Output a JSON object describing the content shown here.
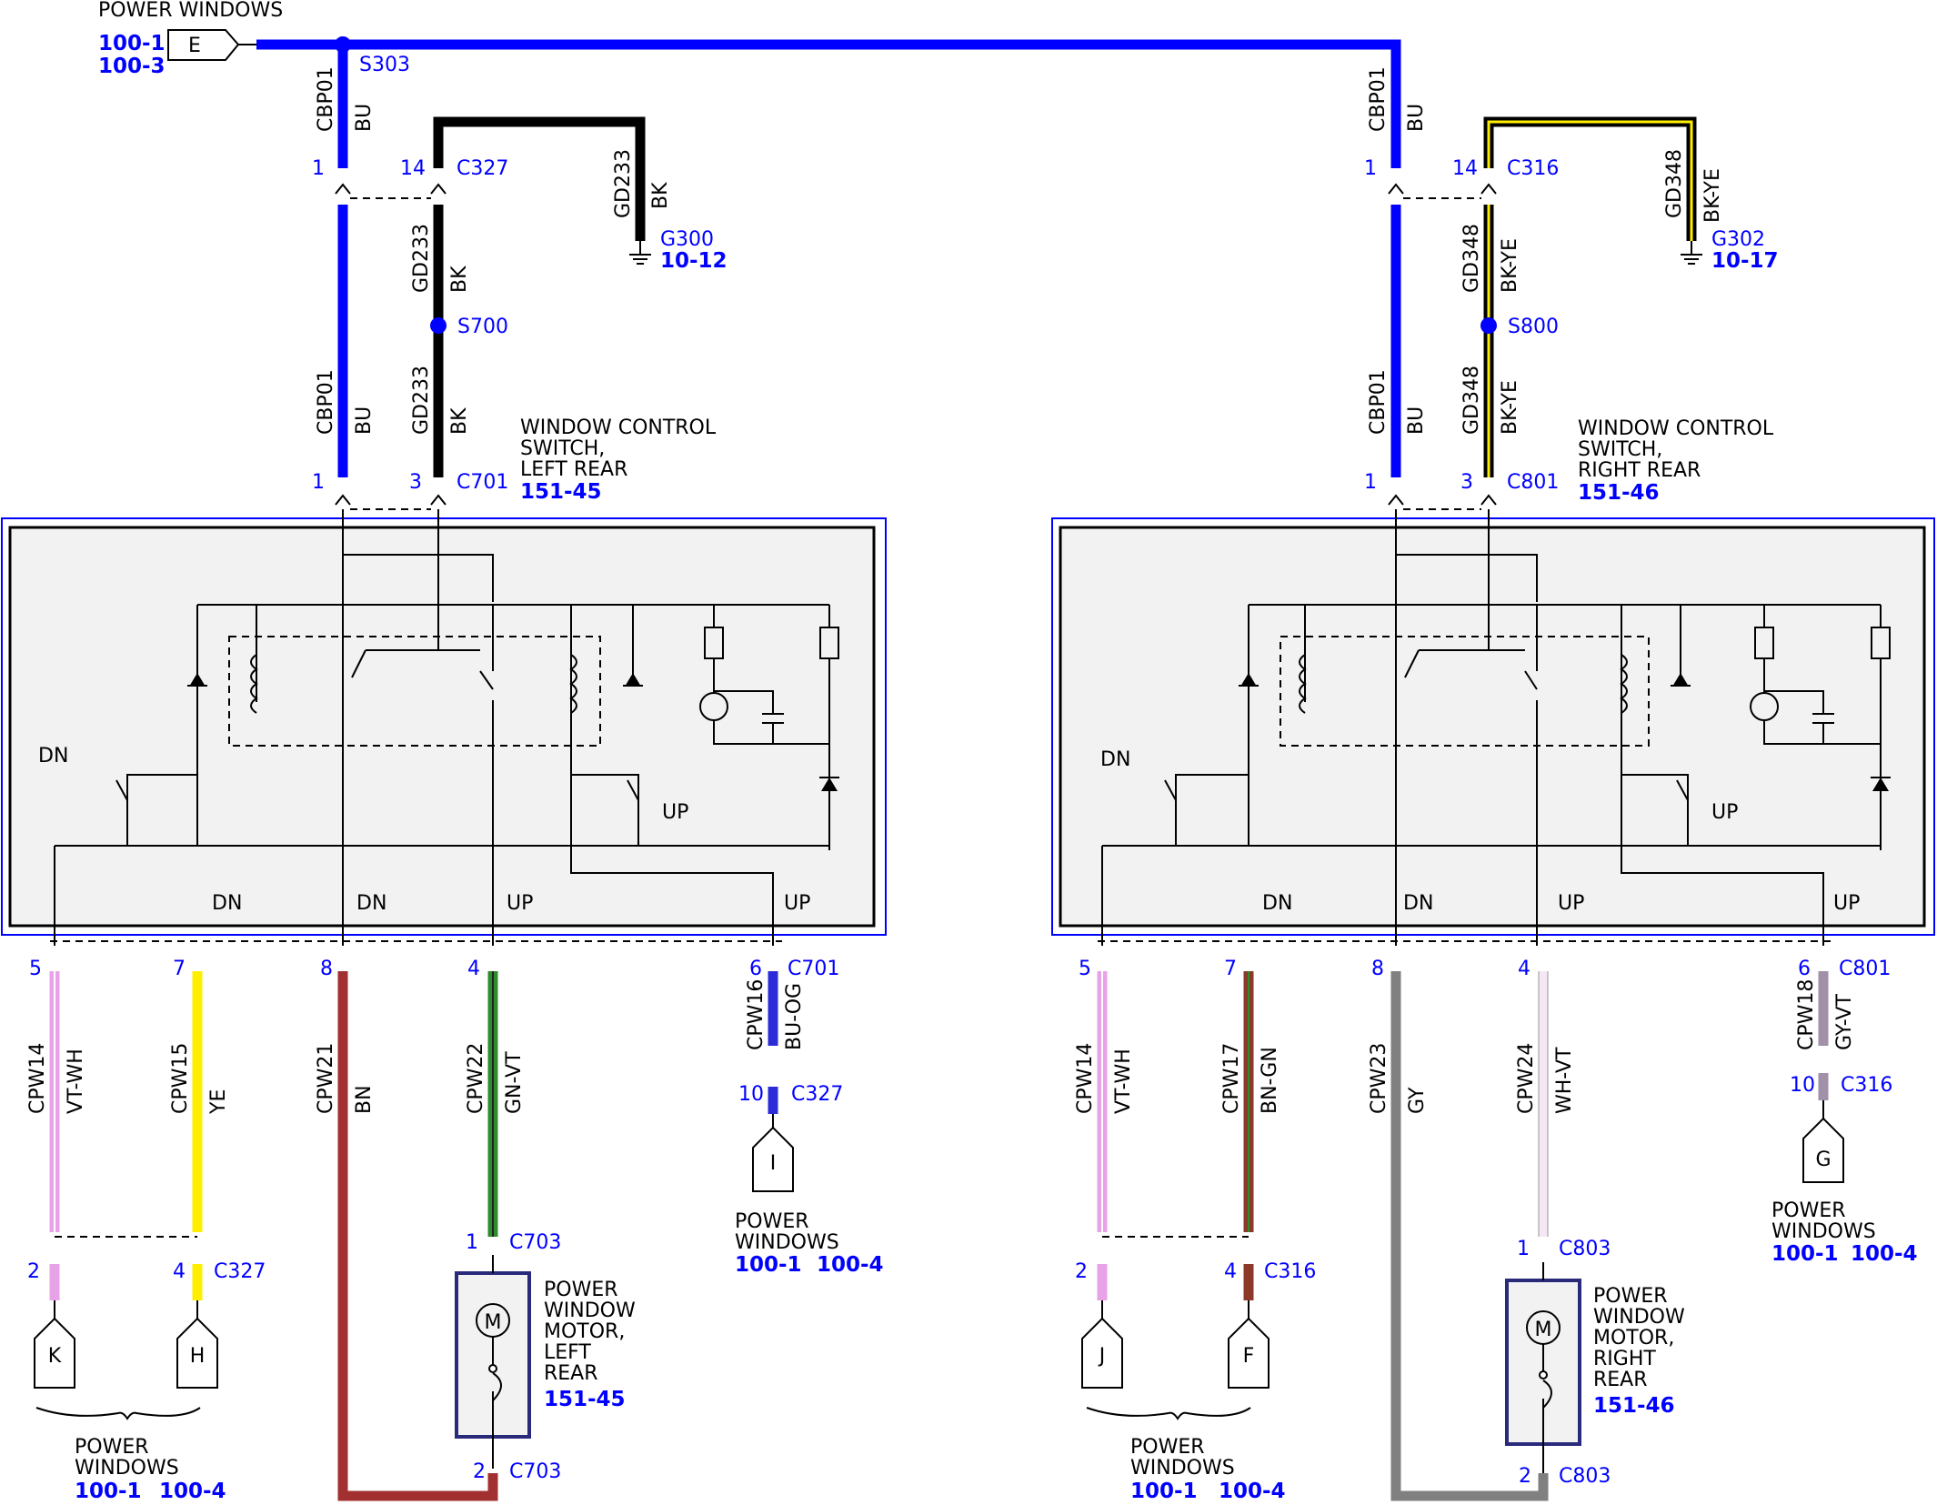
{
  "title": "POWER WINDOWS",
  "colors": {
    "blue": "#0000ff",
    "black": "#000000",
    "yellow": "#ffee00",
    "violet_white": "#e8a3e8",
    "brown": "#a33030",
    "green": "#2e8b2e",
    "gray": "#808080",
    "gray_violet": "#a090a8",
    "brown_green": "#8b3a2a"
  },
  "top": {
    "connector_letter": "E",
    "refs": [
      "100-1",
      "100-3"
    ],
    "splice": "S303"
  },
  "left": {
    "bu_wire": {
      "circuit": "CBP01",
      "color": "BU"
    },
    "ground_wire": {
      "circuit": "GD233",
      "color": "BK"
    },
    "ground": {
      "name": "G300",
      "ref": "10-12"
    },
    "splice": "S700",
    "c327": {
      "pin_a": "1",
      "pin_b": "14",
      "name": "C327"
    },
    "c701": {
      "pin_a": "1",
      "pin_b": "3",
      "name": "C701"
    },
    "switch_title": [
      "WINDOW CONTROL",
      "SWITCH,",
      "LEFT REAR"
    ],
    "switch_ref": "151-45",
    "dn": "DN",
    "up": "UP",
    "outputs": [
      {
        "pin": "5",
        "circuit": "CPW14",
        "color": "VT-WH",
        "label": ""
      },
      {
        "pin": "7",
        "circuit": "CPW15",
        "color": "YE",
        "label": "DN"
      },
      {
        "pin": "8",
        "circuit": "CPW21",
        "color": "BN",
        "label": "DN"
      },
      {
        "pin": "4",
        "circuit": "CPW22",
        "color": "GN-VT",
        "label": "UP"
      },
      {
        "pin": "6",
        "circuit": "CPW16",
        "color": "BU-OG",
        "label": "UP",
        "conn": "C701"
      }
    ],
    "c327_bottom": {
      "pin_a": "2",
      "pin_b": "4",
      "name": "C327"
    },
    "c327_i": {
      "pin": "10",
      "name": "C327"
    },
    "letters": [
      "K",
      "H",
      "I"
    ],
    "motor_conn_top": {
      "pin": "1",
      "name": "C703"
    },
    "motor_conn_bottom": {
      "pin": "2",
      "name": "C703"
    },
    "motor_title": [
      "POWER",
      "WINDOW",
      "MOTOR,",
      "LEFT",
      "REAR"
    ],
    "motor_ref": "151-45",
    "motor_symbol": "M",
    "pw_label": [
      "POWER",
      "WINDOWS"
    ],
    "pw_refs": [
      "100-1",
      "100-4"
    ]
  },
  "right": {
    "bu_wire": {
      "circuit": "CBP01",
      "color": "BU"
    },
    "ground_wire": {
      "circuit": "GD348",
      "color": "BK-YE"
    },
    "ground": {
      "name": "G302",
      "ref": "10-17"
    },
    "splice": "S800",
    "c316": {
      "pin_a": "1",
      "pin_b": "14",
      "name": "C316"
    },
    "c801": {
      "pin_a": "1",
      "pin_b": "3",
      "name": "C801"
    },
    "switch_title": [
      "WINDOW CONTROL",
      "SWITCH,",
      "RIGHT REAR"
    ],
    "switch_ref": "151-46",
    "dn": "DN",
    "up": "UP",
    "outputs": [
      {
        "pin": "5",
        "circuit": "CPW14",
        "color": "VT-WH",
        "label": ""
      },
      {
        "pin": "7",
        "circuit": "CPW17",
        "color": "BN-GN",
        "label": "DN"
      },
      {
        "pin": "8",
        "circuit": "CPW23",
        "color": "GY",
        "label": "DN"
      },
      {
        "pin": "4",
        "circuit": "CPW24",
        "color": "WH-VT",
        "label": "UP"
      },
      {
        "pin": "6",
        "circuit": "CPW18",
        "color": "GY-VT",
        "label": "UP",
        "conn": "C801"
      }
    ],
    "c316_bottom": {
      "pin_a": "2",
      "pin_b": "4",
      "name": "C316"
    },
    "c316_g": {
      "pin": "10",
      "name": "C316"
    },
    "letters": [
      "J",
      "F",
      "G"
    ],
    "motor_conn_top": {
      "pin": "1",
      "name": "C803"
    },
    "motor_conn_bottom": {
      "pin": "2",
      "name": "C803"
    },
    "motor_title": [
      "POWER",
      "WINDOW",
      "MOTOR,",
      "RIGHT",
      "REAR"
    ],
    "motor_ref": "151-46",
    "motor_symbol": "M",
    "pw_label": [
      "POWER",
      "WINDOWS"
    ],
    "pw_refs": [
      "100-1",
      "100-4"
    ]
  }
}
